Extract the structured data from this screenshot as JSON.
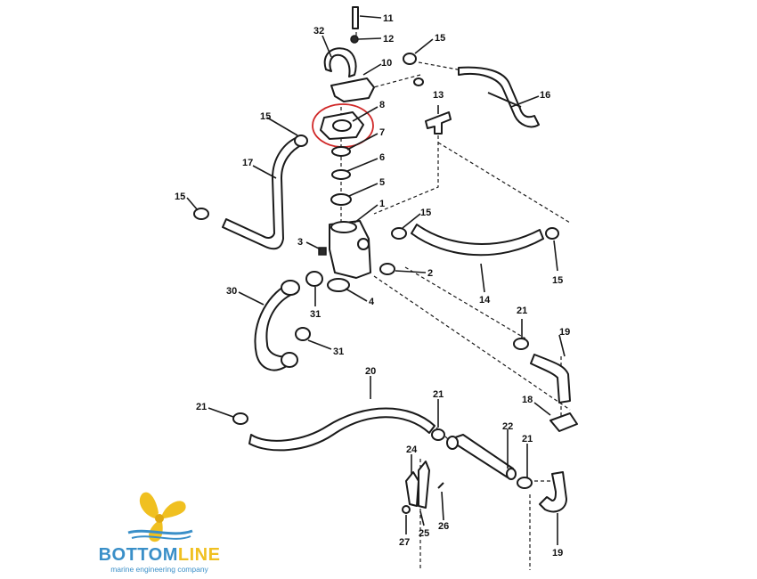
{
  "callouts": {
    "c1": "1",
    "c2": "2",
    "c3": "3",
    "c4": "4",
    "c5": "5",
    "c6": "6",
    "c7": "7",
    "c8": "8",
    "c10": "10",
    "c11": "11",
    "c12": "12",
    "c13": "13",
    "c14": "14",
    "c15a": "15",
    "c15b": "15",
    "c15c": "15",
    "c15d": "15",
    "c15e": "15",
    "c16": "16",
    "c17": "17",
    "c18": "18",
    "c19a": "19",
    "c19b": "19",
    "c20": "20",
    "c21a": "21",
    "c21b": "21",
    "c21c": "21",
    "c21d": "21",
    "c22": "22",
    "c24": "24",
    "c25": "25",
    "c26": "26",
    "c27": "27",
    "c30": "30",
    "c31a": "31",
    "c31b": "31",
    "c32": "32"
  },
  "highlight": {
    "part": "8",
    "color": "#d02828"
  },
  "logo": {
    "name_part1": "BOTTOM",
    "name_part2": "LINE",
    "tagline": "marine engineering company",
    "colors": {
      "blue": "#3a8fc8",
      "yellow": "#f0c020"
    }
  }
}
